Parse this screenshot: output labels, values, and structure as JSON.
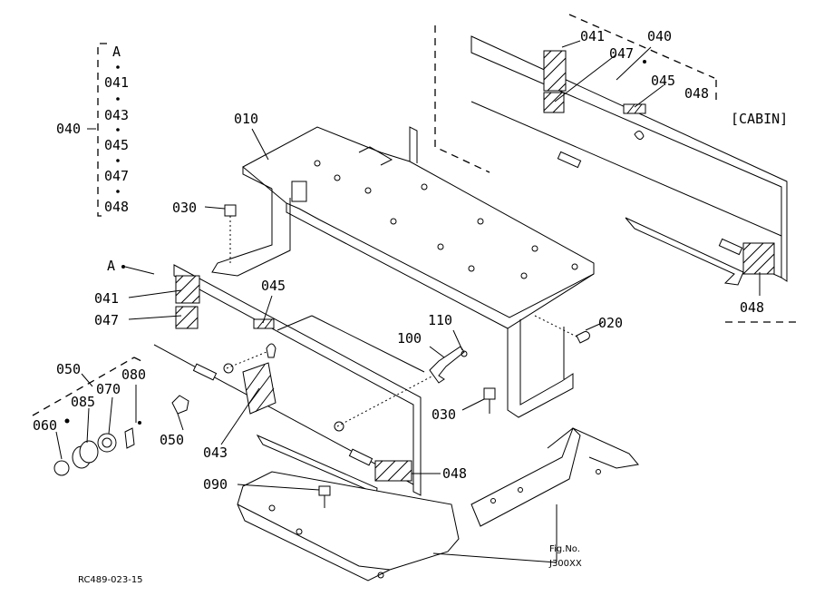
{
  "labels": {
    "p010": "010",
    "p020": "020",
    "p030a": "030",
    "p030b": "030",
    "p040_left": "040",
    "p040_right": "040",
    "p041_left": "041",
    "p041_right": "041",
    "p043": "043",
    "p045_left": "045",
    "p045_right": "045",
    "p047_left": "047",
    "p047_right": "047",
    "p048_bottom": "048",
    "p048_right_top": "048",
    "p048_right_bottom": "048",
    "p050_top": "050",
    "p050_bottom": "050",
    "p060": "060",
    "p070": "070",
    "p080": "080",
    "p085": "085",
    "p090": "090",
    "p100": "100",
    "p110": "110",
    "a_ref": "A",
    "cabin": "[CABIN]",
    "fig_no": "Fig.No.",
    "fig_id": "J300XX",
    "drawing_code": "RC489-023-15"
  },
  "kit_list": {
    "header": "A",
    "items": [
      "041",
      "043",
      "045",
      "047",
      "048"
    ],
    "group_label": "040"
  }
}
